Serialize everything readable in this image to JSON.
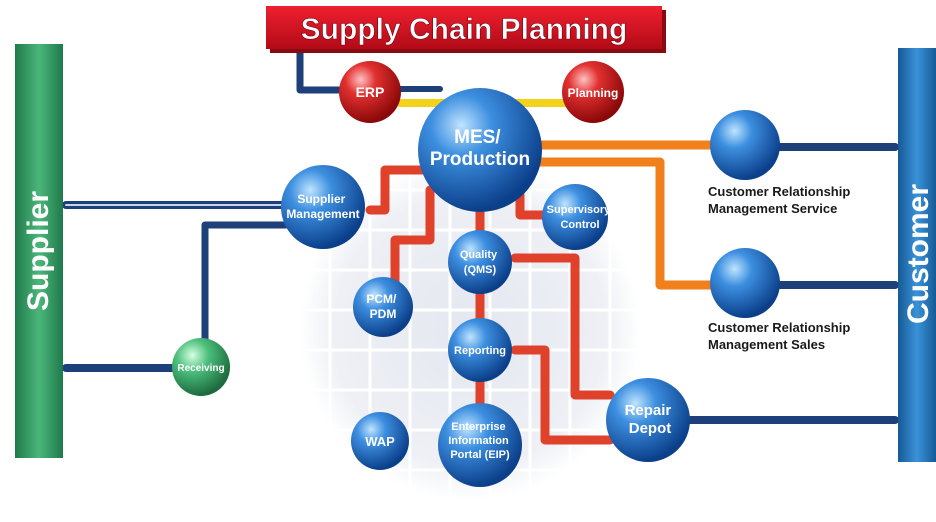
{
  "title": "Supply Chain Planning",
  "left_bar": "Supplier",
  "right_bar": "Customer",
  "colors": {
    "title_red": "#d0101e",
    "supplier_green": "#2f9a62",
    "customer_blue": "#1f74b6",
    "node_blue": "#1b6fc2",
    "node_red": "#d41a1a",
    "node_green": "#3aa86a",
    "line_navy": "#1d3f7a",
    "line_red": "#e0412a",
    "line_orange": "#f07f1c",
    "line_yellow": "#f2d21a"
  },
  "nodes": {
    "erp": "ERP",
    "planning": "Planning",
    "mes": [
      "MES/",
      "Production"
    ],
    "supplier_mgmt": [
      "Supplier",
      "Management"
    ],
    "supervisory": [
      "Supervisory",
      "Control"
    ],
    "quality": [
      "Quality",
      "(QMS)"
    ],
    "pcm": [
      "PCM/",
      "PDM"
    ],
    "reporting": "Reporting",
    "receiving": "Receiving",
    "wap": "WAP",
    "eip": [
      "Enterprise",
      "Information",
      "Portal (EIP)"
    ],
    "repair": [
      "Repair",
      "Depot"
    ],
    "crm_service": [
      "Customer Relationship",
      "Management Service"
    ],
    "crm_sales": [
      "Customer Relationship",
      "Management Sales"
    ]
  }
}
